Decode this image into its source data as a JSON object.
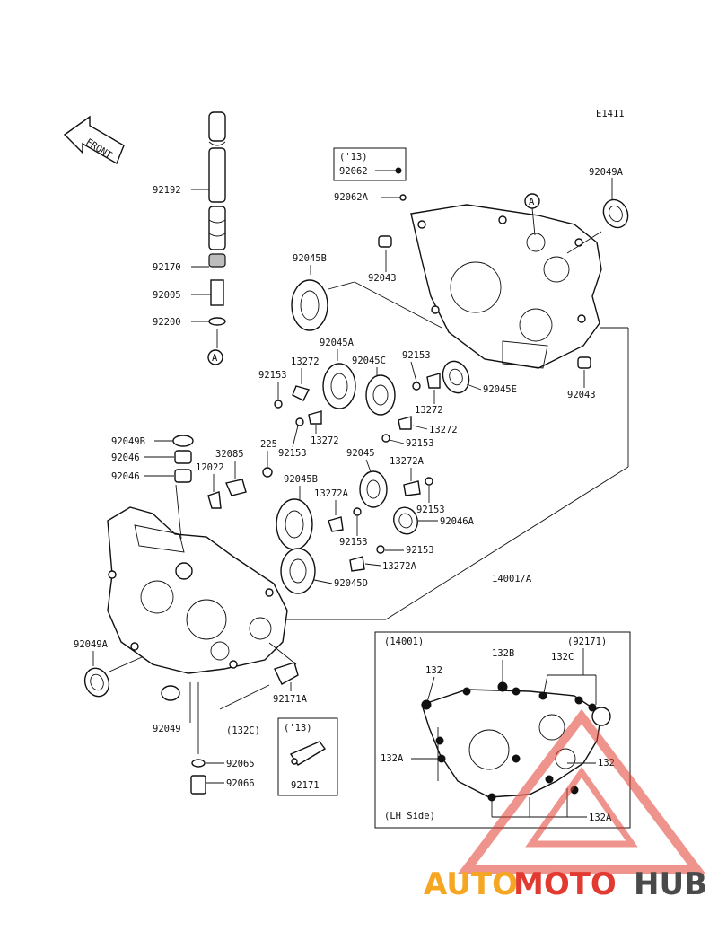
{
  "diagram_code": "E1411",
  "front_label": "FRONT",
  "labels": {
    "l_92192": "92192",
    "l_92170": "92170",
    "l_92005": "92005",
    "l_92200": "92200",
    "ref_a1": "A",
    "ref_a2": "A",
    "note_13_top": "('13)",
    "l_92062_box": "92062",
    "l_92062a": "92062A",
    "l_92049a_top": "92049A",
    "l_92045b_top": "92045B",
    "l_92043_top": "92043",
    "l_92043_right": "92043",
    "l_92045a": "92045A",
    "l_13272_a": "13272",
    "l_92153_a": "92153",
    "l_92045c": "92045C",
    "l_92153_b": "92153",
    "l_92045e": "92045E",
    "l_13272_b": "13272",
    "l_13272_c": "13272",
    "l_13272_d": "13272",
    "l_92153_c": "92153",
    "l_92153_d": "92153",
    "l_92049b": "92049B",
    "l_92046_1": "92046",
    "l_92046_2": "92046",
    "l_32085": "32085",
    "l_225": "225",
    "l_12022": "12022",
    "l_92045b_mid": "92045B",
    "l_92045": "92045",
    "l_13272a_1": "13272A",
    "l_13272a_2": "13272A",
    "l_92153_e": "92153",
    "l_92046a": "92046A",
    "l_92153_f": "92153",
    "l_92153_g": "92153",
    "l_13272a_3": "13272A",
    "l_92045d": "92045D",
    "l_14001a": "14001/A",
    "l_92049a_left": "92049A",
    "l_92049": "92049",
    "l_92171a": "92171A",
    "l_132c_paren": "(132C)",
    "note_13_bottom": "('13)",
    "l_92065": "92065",
    "l_92066": "92066",
    "l_92171": "92171",
    "inset_part": "(14001)",
    "inset_92171": "(92171)",
    "inset_132_top": "132",
    "inset_132b": "132B",
    "inset_132c": "132C",
    "inset_132a_left": "132A",
    "inset_132_right": "132",
    "inset_132a_bottom": "132A",
    "inset_side": "(LH Side)"
  },
  "watermark": {
    "word_a": "AUTO",
    "word_b": "MOTO",
    "word_c": "HUB",
    "color_a": "#f5a623",
    "color_b": "#e23a30",
    "color_c": "#4a4a4a"
  }
}
